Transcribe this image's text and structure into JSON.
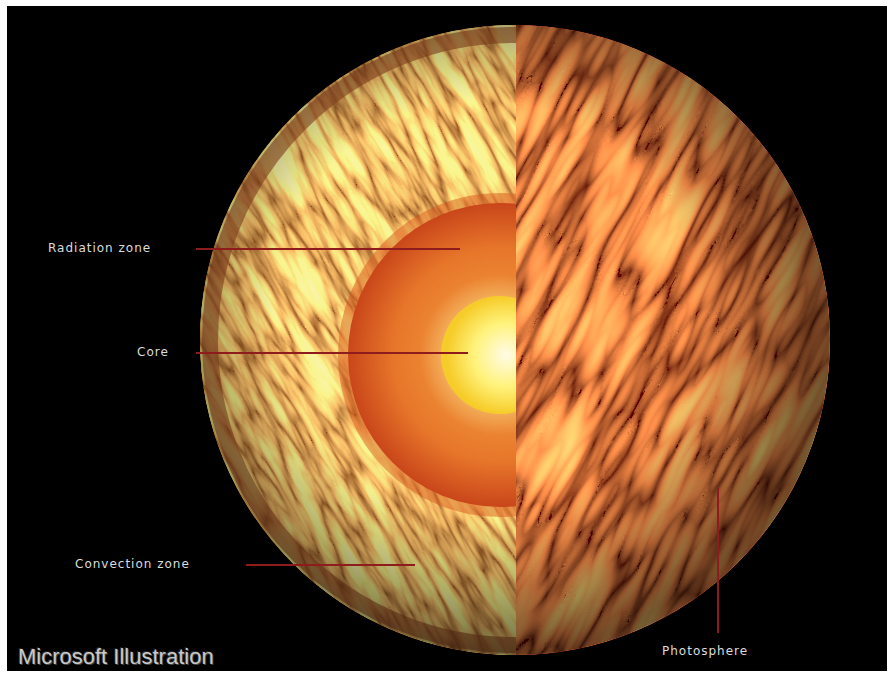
{
  "diagram": {
    "labels": [
      "Radiation zone",
      "Core",
      "Convection zone",
      "Photosphere",
      "Microsoft Illustration"
    ]
  }
}
